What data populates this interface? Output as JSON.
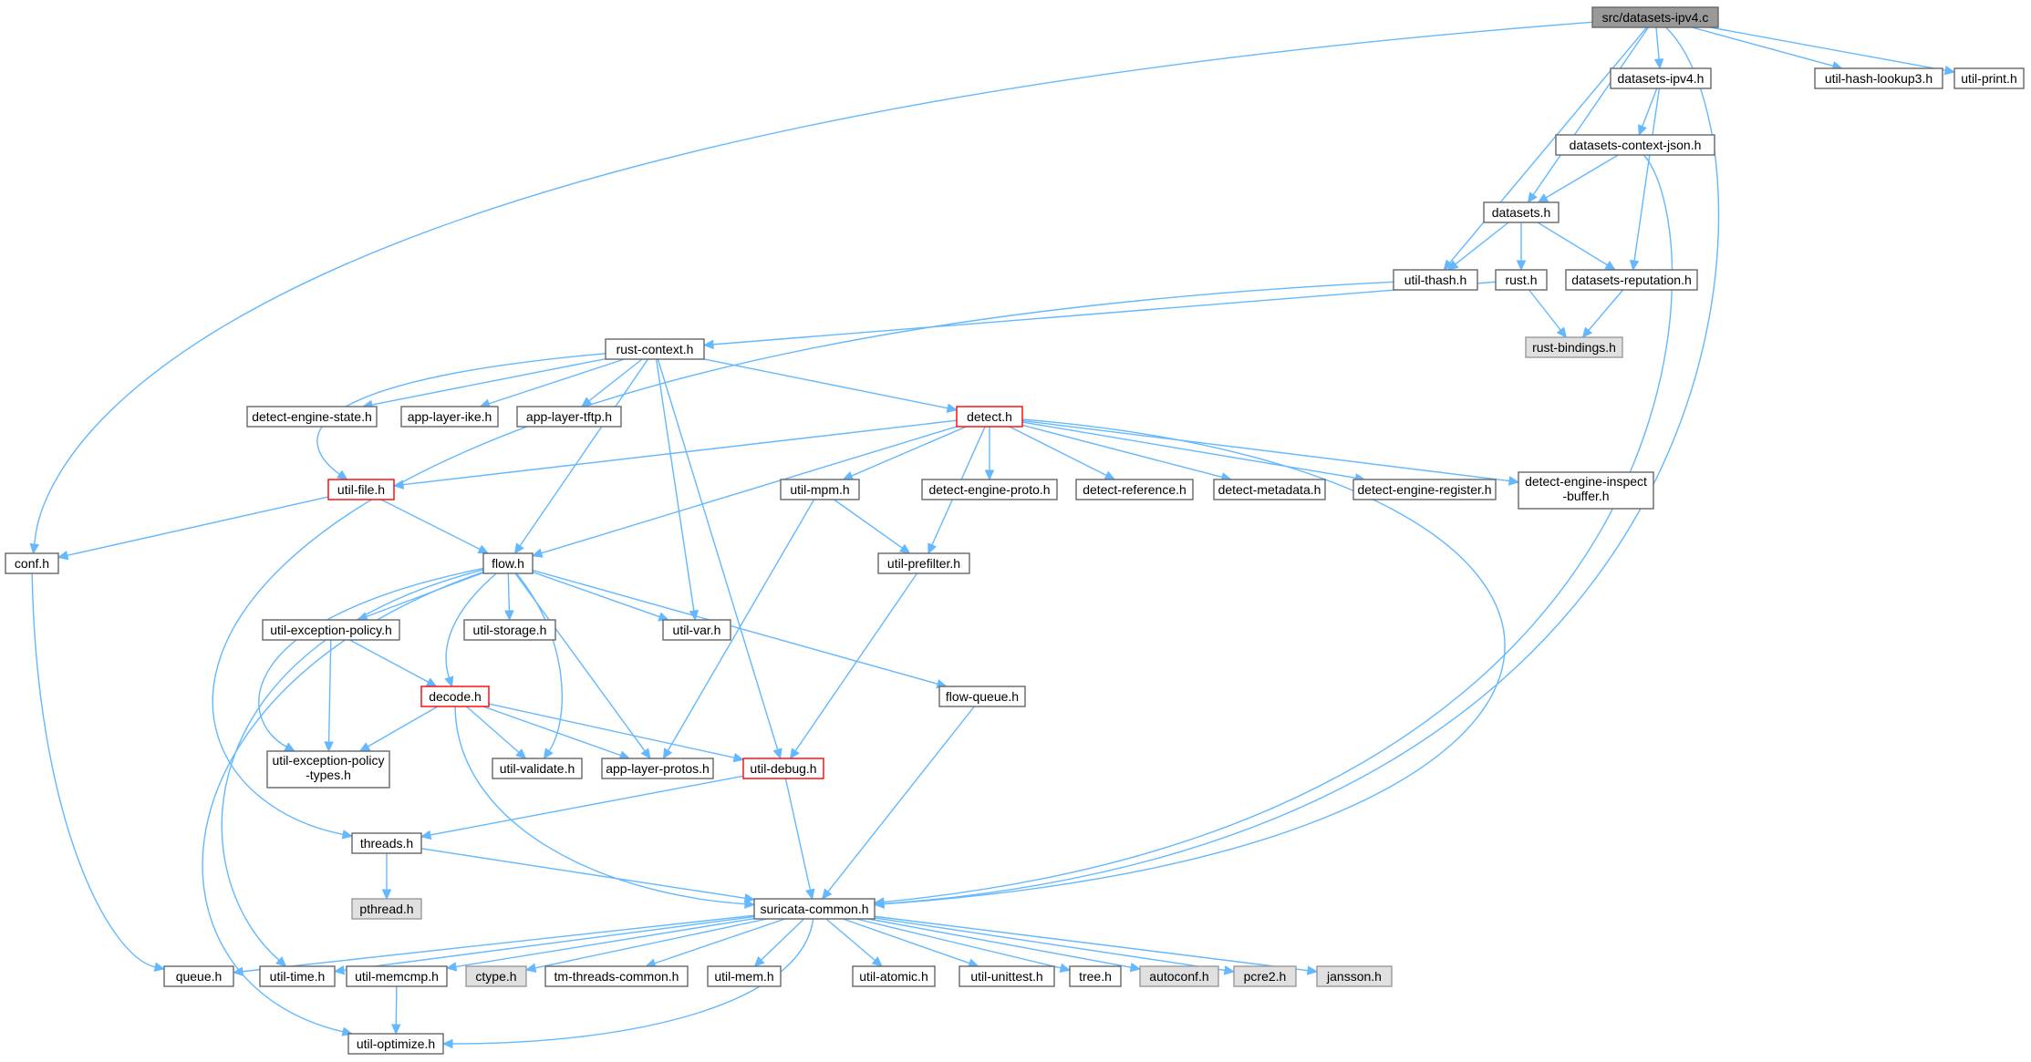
{
  "nodes": [
    {
      "id": "src",
      "label": "src/datasets-ipv4.c",
      "style": "root"
    },
    {
      "id": "ds_ipv4_h",
      "label": "datasets-ipv4.h",
      "style": "normal"
    },
    {
      "id": "hashlookup",
      "label": "util-hash-lookup3.h",
      "style": "normal"
    },
    {
      "id": "print",
      "label": "util-print.h",
      "style": "normal"
    },
    {
      "id": "ctxjson",
      "label": "datasets-context-json.h",
      "style": "normal"
    },
    {
      "id": "datasets",
      "label": "datasets.h",
      "style": "normal"
    },
    {
      "id": "thash",
      "label": "util-thash.h",
      "style": "normal"
    },
    {
      "id": "rusth",
      "label": "rust.h",
      "style": "normal"
    },
    {
      "id": "reputation",
      "label": "datasets-reputation.h",
      "style": "normal"
    },
    {
      "id": "rustbind",
      "label": "rust-bindings.h",
      "style": "missing"
    },
    {
      "id": "rustctx",
      "label": "rust-context.h",
      "style": "normal"
    },
    {
      "id": "des",
      "label": "detect-engine-state.h",
      "style": "normal"
    },
    {
      "id": "ike",
      "label": "app-layer-ike.h",
      "style": "normal"
    },
    {
      "id": "tftp",
      "label": "app-layer-tftp.h",
      "style": "normal"
    },
    {
      "id": "detect",
      "label": "detect.h",
      "style": "red"
    },
    {
      "id": "utilfile",
      "label": "util-file.h",
      "style": "red"
    },
    {
      "id": "mpm",
      "label": "util-mpm.h",
      "style": "normal"
    },
    {
      "id": "dproto",
      "label": "detect-engine-proto.h",
      "style": "normal"
    },
    {
      "id": "dref",
      "label": "detect-reference.h",
      "style": "normal"
    },
    {
      "id": "dmeta",
      "label": "detect-metadata.h",
      "style": "normal"
    },
    {
      "id": "dreg",
      "label": "detect-engine-register.h",
      "style": "normal"
    },
    {
      "id": "dinsp",
      "label": "detect-engine-inspect\n-buffer.h",
      "style": "normal"
    },
    {
      "id": "conf",
      "label": "conf.h",
      "style": "normal"
    },
    {
      "id": "flow",
      "label": "flow.h",
      "style": "normal"
    },
    {
      "id": "prefilter",
      "label": "util-prefilter.h",
      "style": "normal"
    },
    {
      "id": "exc",
      "label": "util-exception-policy.h",
      "style": "normal"
    },
    {
      "id": "storage",
      "label": "util-storage.h",
      "style": "normal"
    },
    {
      "id": "var",
      "label": "util-var.h",
      "style": "normal"
    },
    {
      "id": "flowq",
      "label": "flow-queue.h",
      "style": "normal"
    },
    {
      "id": "decode",
      "label": "decode.h",
      "style": "red"
    },
    {
      "id": "exctypes",
      "label": "util-exception-policy\n-types.h",
      "style": "normal"
    },
    {
      "id": "validate",
      "label": "util-validate.h",
      "style": "normal"
    },
    {
      "id": "alproto",
      "label": "app-layer-protos.h",
      "style": "normal"
    },
    {
      "id": "debug",
      "label": "util-debug.h",
      "style": "red"
    },
    {
      "id": "threads",
      "label": "threads.h",
      "style": "normal"
    },
    {
      "id": "pthread",
      "label": "pthread.h",
      "style": "missing"
    },
    {
      "id": "common",
      "label": "suricata-common.h",
      "style": "normal"
    },
    {
      "id": "queue",
      "label": "queue.h",
      "style": "normal"
    },
    {
      "id": "utime",
      "label": "util-time.h",
      "style": "normal"
    },
    {
      "id": "memcmp",
      "label": "util-memcmp.h",
      "style": "normal"
    },
    {
      "id": "ctype",
      "label": "ctype.h",
      "style": "missing"
    },
    {
      "id": "tmthreads",
      "label": "tm-threads-common.h",
      "style": "normal"
    },
    {
      "id": "umem",
      "label": "util-mem.h",
      "style": "normal"
    },
    {
      "id": "atomic",
      "label": "util-atomic.h",
      "style": "normal"
    },
    {
      "id": "unittest",
      "label": "util-unittest.h",
      "style": "normal"
    },
    {
      "id": "tree",
      "label": "tree.h",
      "style": "normal"
    },
    {
      "id": "autoconf",
      "label": "autoconf.h",
      "style": "missing"
    },
    {
      "id": "pcre2",
      "label": "pcre2.h",
      "style": "missing"
    },
    {
      "id": "jansson",
      "label": "jansson.h",
      "style": "missing"
    },
    {
      "id": "optimize",
      "label": "util-optimize.h",
      "style": "normal"
    }
  ],
  "edges": [
    [
      "src",
      "conf"
    ],
    [
      "src",
      "thash"
    ],
    [
      "src",
      "datasets"
    ],
    [
      "src",
      "ds_ipv4_h"
    ],
    [
      "src",
      "common"
    ],
    [
      "src",
      "hashlookup"
    ],
    [
      "src",
      "print"
    ],
    [
      "ds_ipv4_h",
      "ctxjson"
    ],
    [
      "ds_ipv4_h",
      "reputation"
    ],
    [
      "ctxjson",
      "datasets"
    ],
    [
      "ctxjson",
      "common"
    ],
    [
      "datasets",
      "thash"
    ],
    [
      "datasets",
      "rusth"
    ],
    [
      "datasets",
      "reputation"
    ],
    [
      "thash",
      "threads"
    ],
    [
      "rusth",
      "rustbind"
    ],
    [
      "rusth",
      "rustctx"
    ],
    [
      "reputation",
      "rustbind"
    ],
    [
      "rustctx",
      "utilfile"
    ],
    [
      "rustctx",
      "des"
    ],
    [
      "rustctx",
      "ike"
    ],
    [
      "rustctx",
      "tftp"
    ],
    [
      "rustctx",
      "detect"
    ],
    [
      "rustctx",
      "flow"
    ],
    [
      "rustctx",
      "var"
    ],
    [
      "rustctx",
      "debug"
    ],
    [
      "detect",
      "utilfile"
    ],
    [
      "detect",
      "flow"
    ],
    [
      "detect",
      "mpm"
    ],
    [
      "detect",
      "prefilter"
    ],
    [
      "detect",
      "dproto"
    ],
    [
      "detect",
      "dref"
    ],
    [
      "detect",
      "dmeta"
    ],
    [
      "detect",
      "dreg"
    ],
    [
      "detect",
      "dinsp"
    ],
    [
      "detect",
      "common"
    ],
    [
      "utilfile",
      "conf"
    ],
    [
      "utilfile",
      "flow"
    ],
    [
      "mpm",
      "prefilter"
    ],
    [
      "mpm",
      "alproto"
    ],
    [
      "prefilter",
      "debug"
    ],
    [
      "conf",
      "queue"
    ],
    [
      "flow",
      "exc"
    ],
    [
      "flow",
      "storage"
    ],
    [
      "flow",
      "var"
    ],
    [
      "flow",
      "flowq"
    ],
    [
      "flow",
      "decode"
    ],
    [
      "flow",
      "exctypes"
    ],
    [
      "flow",
      "validate"
    ],
    [
      "flow",
      "alproto"
    ],
    [
      "flow",
      "utime"
    ],
    [
      "flow",
      "optimize"
    ],
    [
      "exc",
      "decode"
    ],
    [
      "exc",
      "exctypes"
    ],
    [
      "decode",
      "exctypes"
    ],
    [
      "decode",
      "validate"
    ],
    [
      "decode",
      "alproto"
    ],
    [
      "decode",
      "debug"
    ],
    [
      "decode",
      "common"
    ],
    [
      "flowq",
      "common"
    ],
    [
      "debug",
      "threads"
    ],
    [
      "debug",
      "common"
    ],
    [
      "threads",
      "pthread"
    ],
    [
      "threads",
      "common"
    ],
    [
      "common",
      "queue"
    ],
    [
      "common",
      "utime"
    ],
    [
      "common",
      "memcmp"
    ],
    [
      "common",
      "ctype"
    ],
    [
      "common",
      "tmthreads"
    ],
    [
      "common",
      "umem"
    ],
    [
      "common",
      "atomic"
    ],
    [
      "common",
      "unittest"
    ],
    [
      "common",
      "tree"
    ],
    [
      "common",
      "autoconf"
    ],
    [
      "common",
      "pcre2"
    ],
    [
      "common",
      "jansson"
    ],
    [
      "common",
      "optimize"
    ],
    [
      "memcmp",
      "optimize"
    ]
  ],
  "colors": {
    "edge": "#63b8ff",
    "root_fill": "#999999",
    "missing_fill": "#e0e0e0",
    "missing_stroke": "#999999",
    "red_stroke": "#ff0000",
    "normal_stroke": "#666666"
  }
}
